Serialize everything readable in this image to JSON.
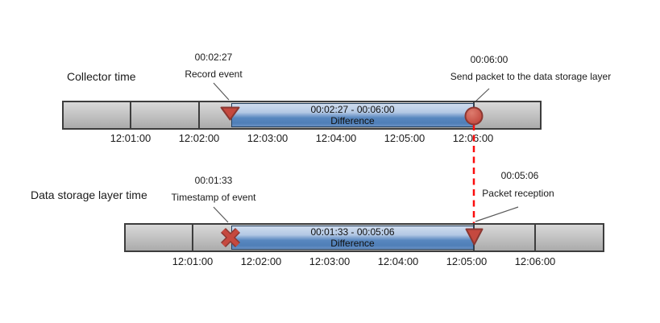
{
  "diagram": {
    "collector": {
      "label": "Collector time",
      "event_start": {
        "time": "00:02:27",
        "label": "Record event",
        "marker": "triangle-down"
      },
      "event_end": {
        "time": "00:06:00",
        "label": "Send packet to the data storage layer",
        "marker": "circle"
      },
      "difference": {
        "range": "00:02:27 - 00:06:00",
        "label": "Difference"
      },
      "axis": [
        "12:01:00",
        "12:02:00",
        "12:03:00",
        "12:04:00",
        "12:05:00",
        "12:06:00"
      ]
    },
    "storage": {
      "label": "Data storage layer time",
      "event_start": {
        "time": "00:01:33",
        "label": "Timestamp of event",
        "marker": "x-cross"
      },
      "event_end": {
        "time": "00:05:06",
        "label": "Packet reception",
        "marker": "triangle-down"
      },
      "difference": {
        "range": "00:01:33 - 00:05:06",
        "label": "Difference"
      },
      "axis": [
        "12:01:00",
        "12:02:00",
        "12:03:00",
        "12:04:00",
        "12:05:00",
        "12:06:00"
      ]
    },
    "colors": {
      "marker_red": "#c5493f",
      "marker_red_dark": "#8b3731",
      "connector_red": "#fb0d0d",
      "difference_blue": "#4f81bd",
      "difference_blue_light": "#cfdcee",
      "bar_gray": "#c4c4c4"
    }
  }
}
